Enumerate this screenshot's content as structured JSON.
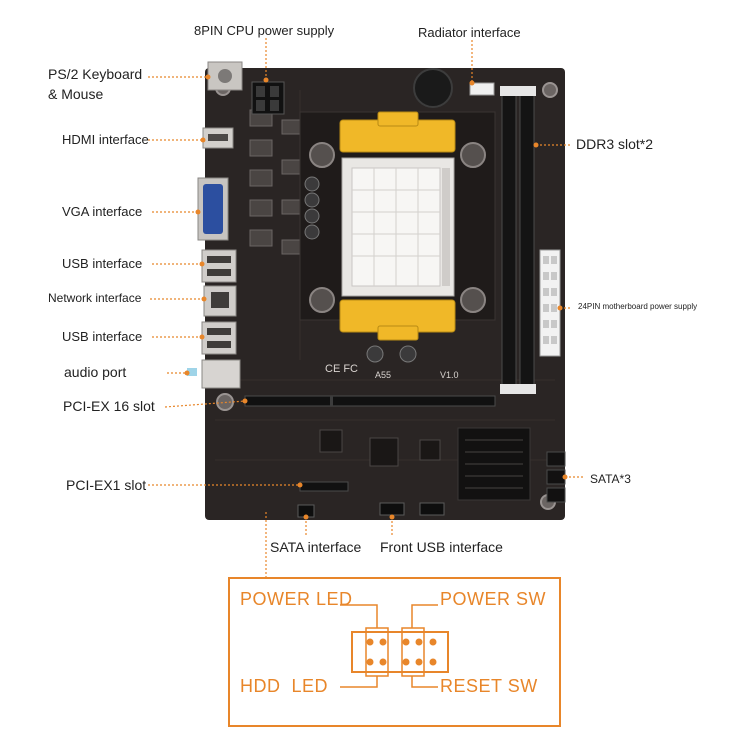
{
  "callouts": {
    "cpu_power": "8PIN CPU power supply",
    "radiator": "Radiator interface",
    "ps2": "PS/2 Keyboard\n& Mouse",
    "hdmi": "HDMI interface",
    "ddr3": "DDR3 slot*2",
    "vga": "VGA interface",
    "usb_top": "USB interface",
    "network": "Network interface",
    "atx24": "24PIN motherboard power supply",
    "usb_bottom": "USB interface",
    "audio": "audio port",
    "pcie16": "PCI-EX 16 slot",
    "sata3": "SATA*3",
    "pcie1": "PCI-EX1 slot",
    "sata": "SATA interface",
    "front_usb": "Front USB interface"
  },
  "board_marks": {
    "model": "A55",
    "version": "V1.0",
    "cert": "CE FC"
  },
  "front_panel": {
    "power_led": "POWER LED",
    "power_sw": "POWER SW",
    "hdd_led": "HDD  LED",
    "reset_sw": "RESET SW"
  },
  "colors": {
    "accent": "#e8862a",
    "board": "#2a2524",
    "text": "#222222"
  }
}
